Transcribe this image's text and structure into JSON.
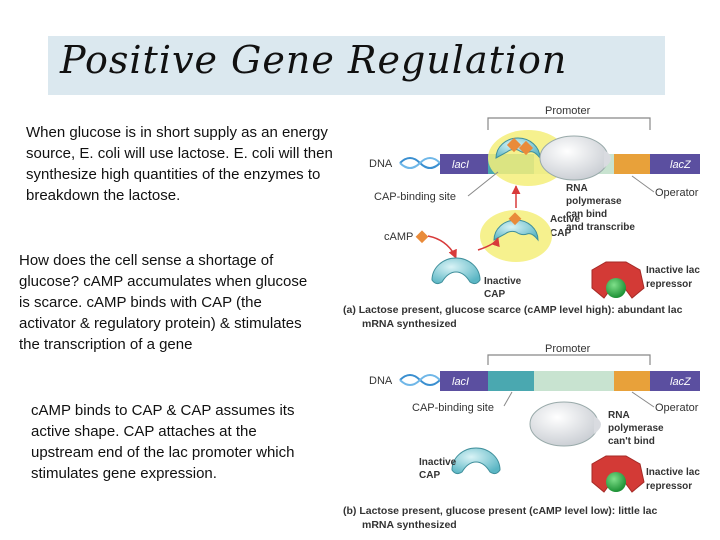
{
  "title": "Positive Gene Regulation",
  "paragraphs": {
    "p1": "When glucose is in short supply as an energy source, E. coli will use lactose. E. coli will then synthesize high quantities of the enzymes to breakdown the lactose.",
    "p2": "How does the cell sense a shortage of glucose? cAMP accumulates when glucose is scarce. cAMP binds with CAP (the activator & regulatory protein) & stimulates the transcription of a gene",
    "p3": "cAMP binds to CAP & CAP assumes its active shape. CAP attaches at the upstream end of the lac promoter which stimulates gene expression."
  },
  "diagram_a": {
    "promoter": "Promoter",
    "dna": "DNA",
    "laci": "lacI",
    "lacz": "lacZ",
    "cap_binding_site": "CAP-binding site",
    "rna_polymerase": [
      "RNA",
      "polymerase",
      "can bind",
      "and transcribe"
    ],
    "operator": "Operator",
    "active_cap": [
      "Active",
      "CAP"
    ],
    "camp": "cAMP",
    "inactive_cap": [
      "Inactive",
      "CAP"
    ],
    "inactive_repressor": [
      "Inactive lac",
      "repressor"
    ],
    "caption": [
      "(a) Lactose present, glucose scarce (cAMP level high): abundant lac",
      "mRNA synthesized"
    ]
  },
  "diagram_b": {
    "promoter": "Promoter",
    "dna": "DNA",
    "laci": "lacI",
    "lacz": "lacZ",
    "cap_binding_site": "CAP-binding site",
    "rna_polymerase": [
      "RNA",
      "polymerase",
      "can't bind"
    ],
    "operator": "Operator",
    "inactive_cap": [
      "Inactive",
      "CAP"
    ],
    "inactive_repressor": [
      "Inactive lac",
      "repressor"
    ],
    "caption": [
      "(b) Lactose present, glucose present (cAMP level low): little lac",
      "mRNA synthesized"
    ]
  },
  "colors": {
    "title_bg": "#dbe8ef",
    "laci_bar": "#5b4fa0",
    "cap_site": "#4aa8b0",
    "promoter_region": "#c8e3d0",
    "operator": "#e8a13a",
    "lacz_bar": "#5b4fa0",
    "cap_protein": "#6fc3cf",
    "camp": "#e98b3a",
    "repressor": "#d33a36",
    "inducer": "#1f9e3a",
    "glow": "#f5ee7a"
  }
}
